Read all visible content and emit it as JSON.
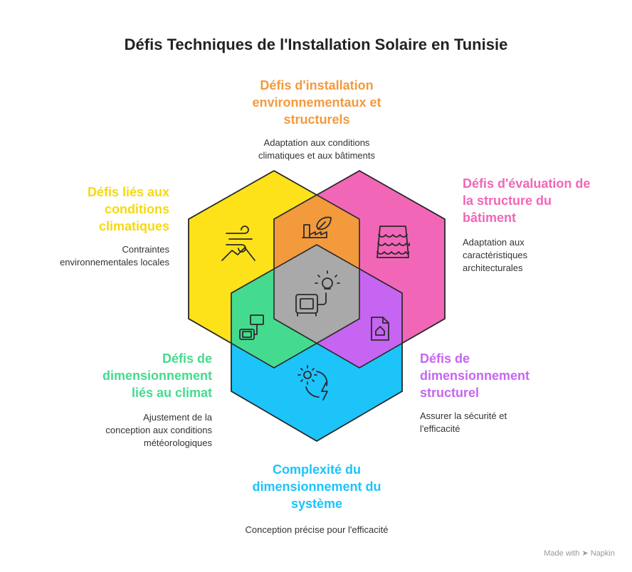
{
  "title": "Défis Techniques de l'Installation Solaire en Tunisie",
  "colors": {
    "orange": "#F39A3C",
    "yellow": "#FDE21A",
    "pink": "#F266B8",
    "green": "#45DB8E",
    "purple": "#C665F2",
    "blue": "#1CC4FA",
    "overlap_center": "#A9A9A9"
  },
  "sections": {
    "top": {
      "heading": "Défis d'installation environnementaux et structurels",
      "heading_lines": [
        "Défis d'installation",
        "environnementaux et",
        "structurels"
      ],
      "desc_lines": [
        "Adaptation aux conditions",
        "climatiques et aux bâtiments"
      ],
      "icon": "factory-leaf-icon"
    },
    "left_top": {
      "heading_lines": [
        "Défis liés aux",
        "conditions",
        "climatiques"
      ],
      "desc_lines": [
        "Contraintes",
        "environnementales locales"
      ],
      "icon": "wind-mountain-icon"
    },
    "right_top": {
      "heading_lines": [
        "Défis d'évaluation de",
        "la structure du",
        "bâtiment"
      ],
      "desc_lines": [
        "Adaptation aux",
        "caractéristiques",
        "architecturales"
      ],
      "icon": "roof-tiles-icon"
    },
    "left_bottom": {
      "heading_lines": [
        "Défis de",
        "dimensionnement",
        "liés au climat"
      ],
      "desc_lines": [
        "Ajustement de la",
        "conception aux conditions",
        "météorologiques"
      ],
      "icon": "computer-generator-icon"
    },
    "right_bottom": {
      "heading_lines": [
        "Défis de",
        "dimensionnement",
        "structurel"
      ],
      "desc_lines": [
        "Assurer la sécurité et",
        "l'efficacité"
      ],
      "icon": "document-house-icon"
    },
    "bottom": {
      "heading_lines": [
        "Complexité du",
        "dimensionnement du",
        "système"
      ],
      "desc_lines": [
        "Conception précise pour l'efficacité"
      ],
      "icon": "sun-bolt-cycle-icon"
    },
    "center": {
      "icon": "generator-bulb-icon"
    }
  },
  "footer": {
    "made_with": "Made with",
    "brand": "Napkin"
  }
}
